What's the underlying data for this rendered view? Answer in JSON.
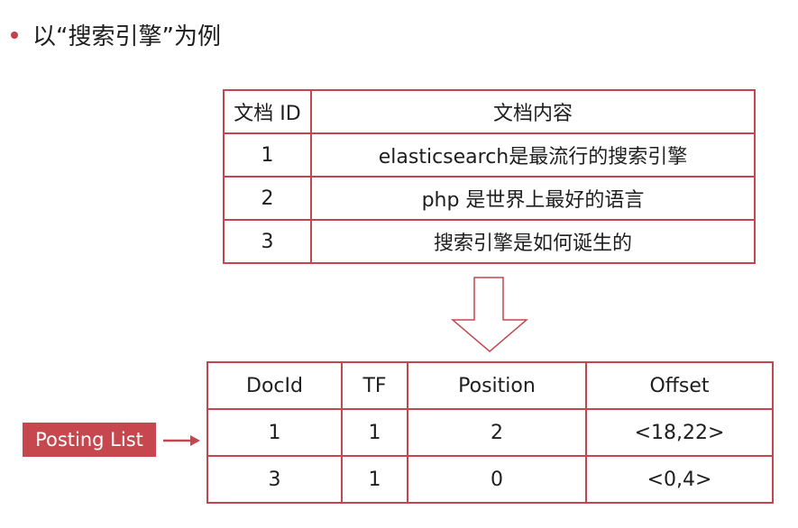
{
  "title": "以“搜索引擎”为例",
  "docs_table": {
    "headers": [
      "文档 ID",
      "文档内容"
    ],
    "rows": [
      {
        "id": "1",
        "content": "elasticsearch是最流行的搜索引擎"
      },
      {
        "id": "2",
        "content": "php 是世界上最好的语言"
      },
      {
        "id": "3",
        "content": "搜索引擎是如何诞生的"
      }
    ]
  },
  "posting_label": "Posting List",
  "posting_table": {
    "headers": [
      "DocId",
      "TF",
      "Position",
      "Offset"
    ],
    "rows": [
      {
        "docid": "1",
        "tf": "1",
        "position": "2",
        "offset": "<18,22>"
      },
      {
        "docid": "3",
        "tf": "1",
        "position": "0",
        "offset": "<0,4>"
      }
    ]
  },
  "colors": {
    "accent": "#c4474f"
  }
}
